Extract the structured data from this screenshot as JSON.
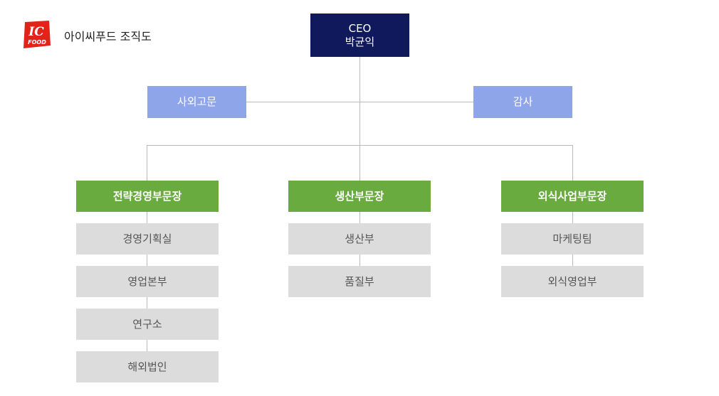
{
  "header": {
    "logo_text_top": "IC",
    "logo_text_bottom": "FOOD",
    "title": "아이씨푸드 조직도"
  },
  "ceo": {
    "role": "CEO",
    "name": "박균익"
  },
  "advisors": {
    "left": "사외고문",
    "right": "감사"
  },
  "divisions": [
    {
      "name": "전략경영부문장",
      "teams": [
        "경영기획실",
        "영업본부",
        "연구소",
        "해외법인"
      ]
    },
    {
      "name": "생산부문장",
      "teams": [
        "생산부",
        "품질부"
      ]
    },
    {
      "name": "외식사업부문장",
      "teams": [
        "마케팅팀",
        "외식영업부"
      ]
    }
  ],
  "colors": {
    "ceo": "#10195c",
    "advisor": "#8fa5ea",
    "division": "#6aab3f",
    "team": "#dcdcdc",
    "logo": "#e2231a",
    "line": "#bbbbbb"
  }
}
